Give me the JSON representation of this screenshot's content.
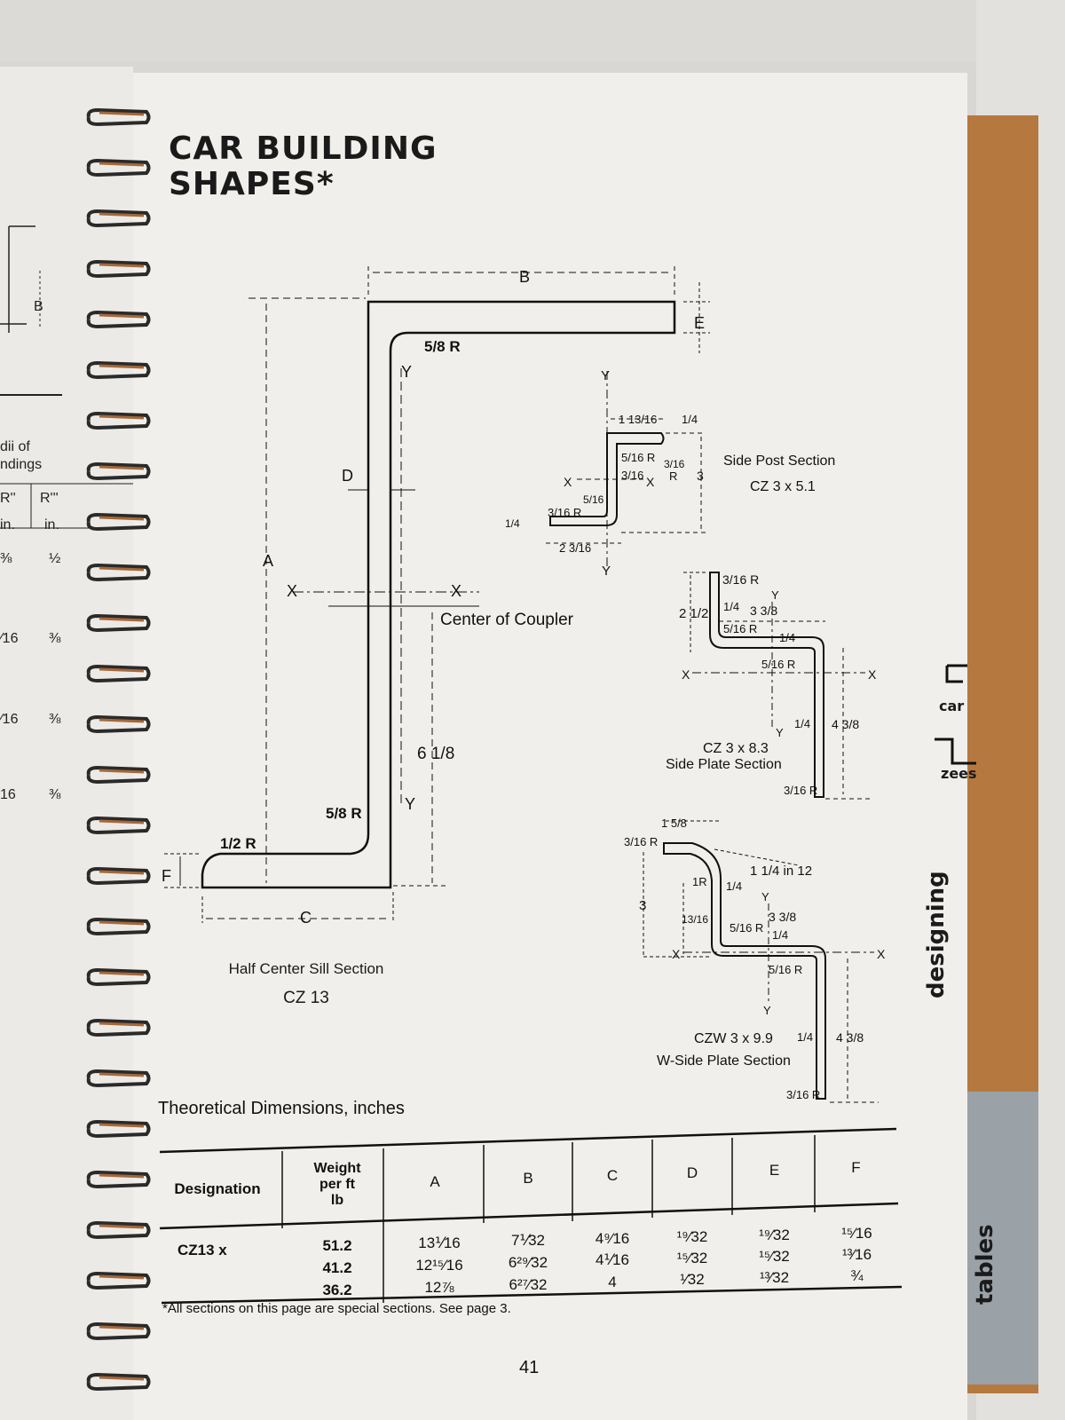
{
  "header": {
    "title_line1": "CAR BUILDING",
    "title_line2": "SHAPES*"
  },
  "left_page": {
    "label_b": "B",
    "radii_line1": "dii of",
    "radii_line2": "ndings",
    "col1": "R''",
    "col2": "R'''",
    "unit1": "in.",
    "unit2": "in.",
    "row1": [
      "⅜",
      "½"
    ],
    "row2": [
      "⁄16",
      "⅜"
    ],
    "row3": [
      "⁄16",
      "⅜"
    ],
    "row4": [
      "16",
      "⅜"
    ]
  },
  "diagrams": {
    "sill": {
      "caption1": "Half Center Sill Section",
      "caption2": "CZ 13",
      "labels": {
        "b": "B",
        "e": "E",
        "a": "A",
        "c": "C",
        "d": "D",
        "f": "F",
        "x_left": "X",
        "x_right": "X",
        "y_top": "Y",
        "y_bottom": "Y",
        "r_top": "5/8 R",
        "r_bottom": "5/8 R",
        "r_half": "1/2 R",
        "coupler": "Center of Coupler",
        "height": "6 1/8"
      }
    },
    "side_post": {
      "caption1": "Side Post Section",
      "caption2": "CZ 3 x 5.1",
      "labels": {
        "top_width": "1 13/16",
        "top_flange": "1/4",
        "r1": "5/16 R",
        "r2": "3/16 R",
        "r3": "3/16",
        "web": "3/16",
        "height": "3",
        "r4": "5/16",
        "r5": "3/16 R",
        "r6": "R",
        "bottom_t": "1/4",
        "bottom_w": "2 3/16",
        "x_left": "X",
        "x_right": "X",
        "y_top": "Y",
        "y_bottom": "Y"
      }
    },
    "side_plate": {
      "caption1": "CZ 3 x 8.3",
      "caption2": "Side Plate Section",
      "labels": {
        "r_top": "3/16 R",
        "height": "2 1/2",
        "t": "1/4",
        "w": "3 3/8",
        "r_in": "5/16 R",
        "t2": "1/4",
        "r_mid": "5/16 R",
        "x_left": "X",
        "x_right": "X",
        "y_top": "Y",
        "y_bottom": "Y",
        "t3": "1/4",
        "leg": "4 3/8",
        "r_bot": "3/16 R"
      }
    },
    "w_side_plate": {
      "caption1": "CZW 3 x 9.9",
      "caption2": "W-Side Plate Section",
      "labels": {
        "top_w": "1 5/8",
        "r_top": "3/16 R",
        "slope": "1 1/4 in 12",
        "r1": "1R",
        "t1": "1/4",
        "height": "3",
        "t2": "13/16",
        "w": "3 3/8",
        "r_in": "5/16 R",
        "t3": "1/4",
        "r_mid": "5/16 R",
        "x_left": "X",
        "x_right": "X",
        "y_top": "Y",
        "y_bottom": "Y",
        "t4": "1/4",
        "leg": "4 3/8",
        "r_bot": "3/16 R"
      }
    }
  },
  "table": {
    "heading": "Theoretical Dimensions, inches",
    "columns": [
      "Designation",
      "Weight per ft lb",
      "A",
      "B",
      "C",
      "D",
      "E",
      "F"
    ],
    "weight_head": [
      "Weight",
      "per ft",
      "lb"
    ],
    "designation": "CZ13 x",
    "rows": [
      {
        "weight": "51.2",
        "a": "13⅟16",
        "b": "7⅟32",
        "c": "4⁹⁄16",
        "d": "¹⁹⁄32",
        "e": "¹⁹⁄32",
        "f": "¹⁵⁄16"
      },
      {
        "weight": "41.2",
        "a": "12¹⁵⁄16",
        "b": "6²⁹⁄32",
        "c": "4⅟16",
        "d": "¹⁵⁄32",
        "e": "¹⁵⁄32",
        "f": "¹³⁄16"
      },
      {
        "weight": "36.2",
        "a": "12⅞",
        "b": "6²⁷⁄32",
        "c": "4",
        "d": "¹⁄32",
        "e": "¹³⁄32",
        "f": "¾"
      }
    ]
  },
  "footnote": "*All sections on this page are special sections. See page 3.",
  "page_number": "41",
  "side_tabs": {
    "car": "car",
    "zees": "zees",
    "designing": "designing",
    "tables": "tables"
  }
}
